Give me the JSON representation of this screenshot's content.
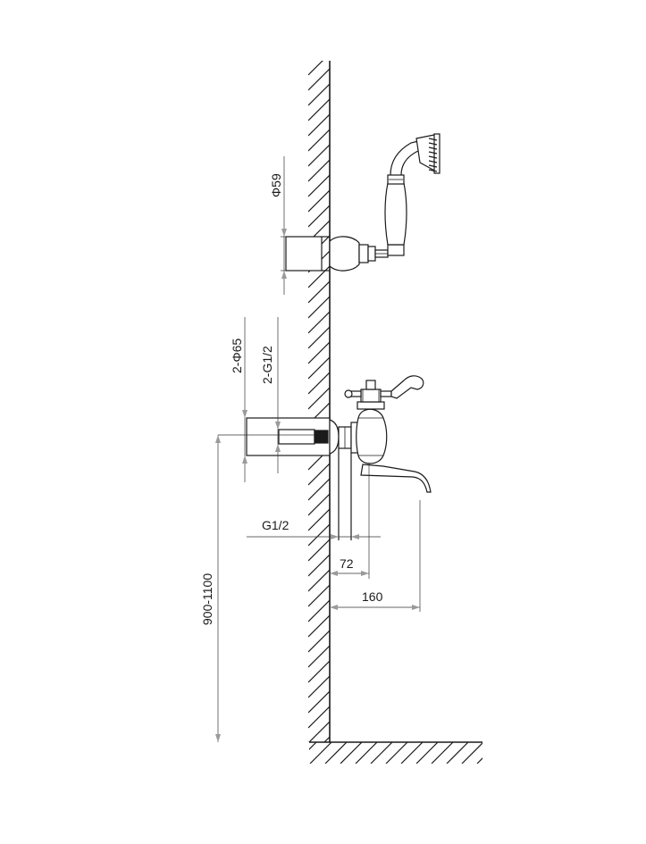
{
  "dimensions": {
    "shower_dia": "Φ59",
    "body_dia": "2-Φ65",
    "body_thread": "2-G1/2",
    "inlet_thread": "G1/2",
    "wall_to_body": "72",
    "spout_reach": "160",
    "mount_height": "900-1100"
  }
}
